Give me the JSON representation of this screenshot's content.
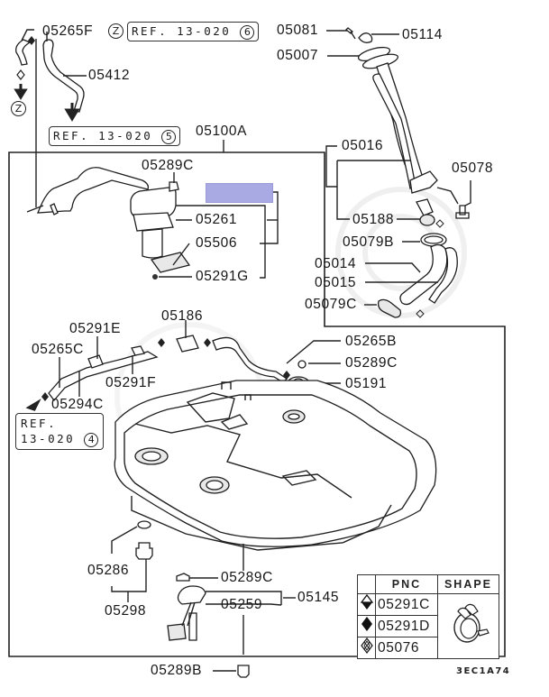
{
  "diagram": {
    "title": "Fuel Tank & Fuel Line Parts Diagram",
    "drawing_code": "3EC1A74",
    "highlight_color": "#a9a9e3",
    "assembly_label": "05100A",
    "parts": {
      "p05265F": "05265F",
      "p05412": "05412",
      "p05081": "05081",
      "p05114": "05114",
      "p05007": "05007",
      "p05016": "05016",
      "p05078": "05078",
      "p05188": "05188",
      "p05079B": "05079B",
      "p05014": "05014",
      "p05015": "05015",
      "p05079C": "05079C",
      "p05289C_top": "05289C",
      "p05261": "05261",
      "p05506": "05506",
      "p05291G": "05291G",
      "p05291E": "05291E",
      "p05186": "05186",
      "p05265C": "05265C",
      "p05291F": "05291F",
      "p05294C": "05294C",
      "p05265B": "05265B",
      "p05289C_mid": "05289C",
      "p05191": "05191",
      "p05286": "05286",
      "p05298": "05298",
      "p05289C_bot": "05289C",
      "p05145": "05145",
      "p05259": "05259",
      "p05289B": "05289B"
    },
    "references": {
      "ref6": {
        "text": "REF. 13-020",
        "num": "6"
      },
      "ref5": {
        "text": "REF. 13-020",
        "num": "5"
      },
      "ref4_line1": "REF.",
      "ref4_line2": "13-020",
      "ref4_num": "4",
      "z_marker": "Z"
    },
    "legend": {
      "col_symbol": "",
      "col_pnc": "PNC",
      "col_shape": "SHAPE",
      "rows": [
        {
          "symbol": "half-filled-diamond-icon",
          "pnc": "05291C"
        },
        {
          "symbol": "filled-diamond-icon",
          "pnc": "05291D"
        },
        {
          "symbol": "cross-diamond-icon",
          "pnc": "05076"
        }
      ],
      "shape": "hose-clamp-icon"
    }
  }
}
